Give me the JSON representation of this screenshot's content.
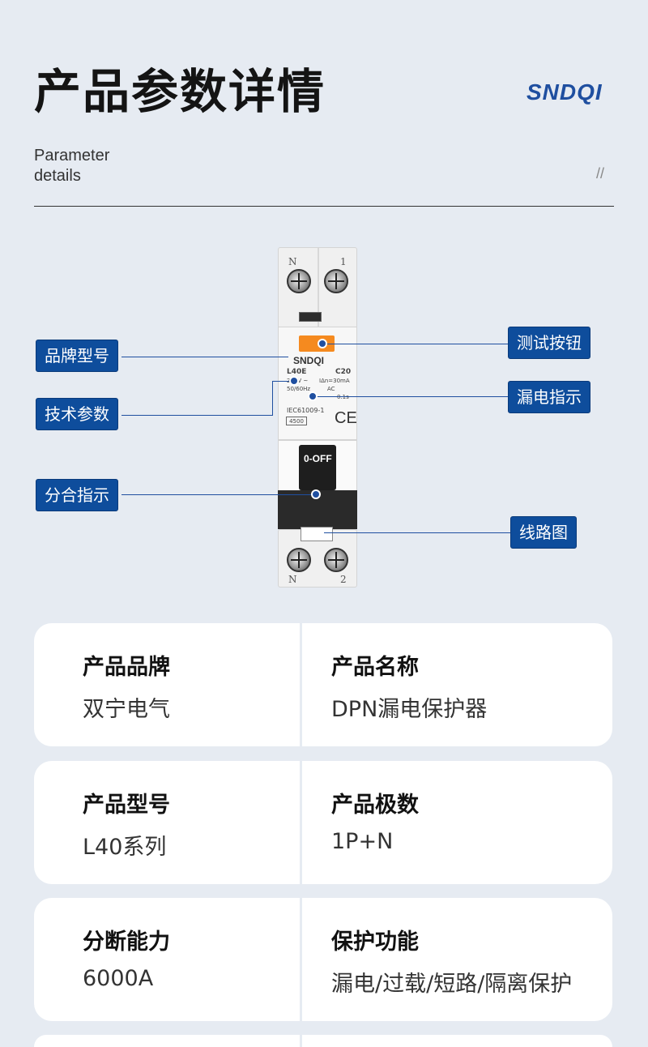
{
  "header": {
    "title": "产品参数详情",
    "brand_logo": "SNDQI",
    "subtitle_line1": "Parameter",
    "subtitle_line2": "details",
    "slashes": "//"
  },
  "device": {
    "terminal_top_left": "N",
    "terminal_top_right": "1",
    "terminal_bottom_left": "N",
    "terminal_bottom_right": "2",
    "brand": "SNDQI",
    "model": "L40E",
    "rating": "C20",
    "voltage": "240V ~",
    "frequency": "50/60Hz",
    "residual_current": "IΔn=30mA",
    "type": "AC",
    "trip_time": "0.1s",
    "standard": "IEC61009-1",
    "breaking": "4500",
    "handle_label": "0-OFF",
    "ce_mark": "CE"
  },
  "callouts": {
    "brand_model": "品牌型号",
    "tech_params": "技术参数",
    "on_off_indicator": "分合指示",
    "test_button": "测试按钮",
    "leakage_indicator": "漏电指示",
    "circuit_diagram": "线路图"
  },
  "specs": [
    {
      "left_key": "产品品牌",
      "left_value": "双宁电气",
      "right_key": "产品名称",
      "right_value": "DPN漏电保护器"
    },
    {
      "left_key": "产品型号",
      "left_value": "L40系列",
      "right_key": "产品极数",
      "right_value": "1P+N"
    },
    {
      "left_key": "分断能力",
      "left_value": "6000A",
      "right_key": "保护功能",
      "right_value": "漏电/过载/短路/隔离保护"
    }
  ],
  "colors": {
    "background": "#e6ebf2",
    "accent_blue": "#0e4d9c",
    "test_button_orange": "#f58a1f",
    "card": "#ffffff"
  }
}
